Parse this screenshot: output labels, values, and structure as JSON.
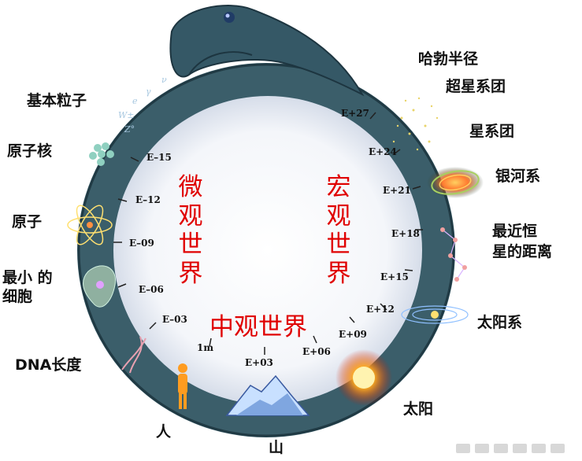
{
  "left_labels": [
    "基本粒子",
    "原子核",
    "原子",
    "最小 的",
    "细胞",
    "DNA长度"
  ],
  "right_labels": [
    "哈勃半径",
    "超星系团",
    "星系团",
    "银河系",
    "最近恒",
    "星的距离",
    "太阳系",
    "太阳"
  ],
  "bottom_labels": [
    "人",
    "山"
  ],
  "scale_marks": [
    "E–15",
    "E–12",
    "E–09",
    "E–06",
    "E–03",
    "1m",
    "E+03",
    "E+06",
    "E+09",
    "E+12",
    "E+15",
    "E+18",
    "E+21",
    "E+24",
    "E+27"
  ],
  "realms": {
    "micro": "微观世界",
    "meso": "中观世界",
    "macro": "宏观世界"
  },
  "colors": {
    "ring": "#3b5e6a",
    "ring_dark": "#203a44",
    "inner_glow": "#ffffff",
    "realm_text": "#e00000"
  }
}
